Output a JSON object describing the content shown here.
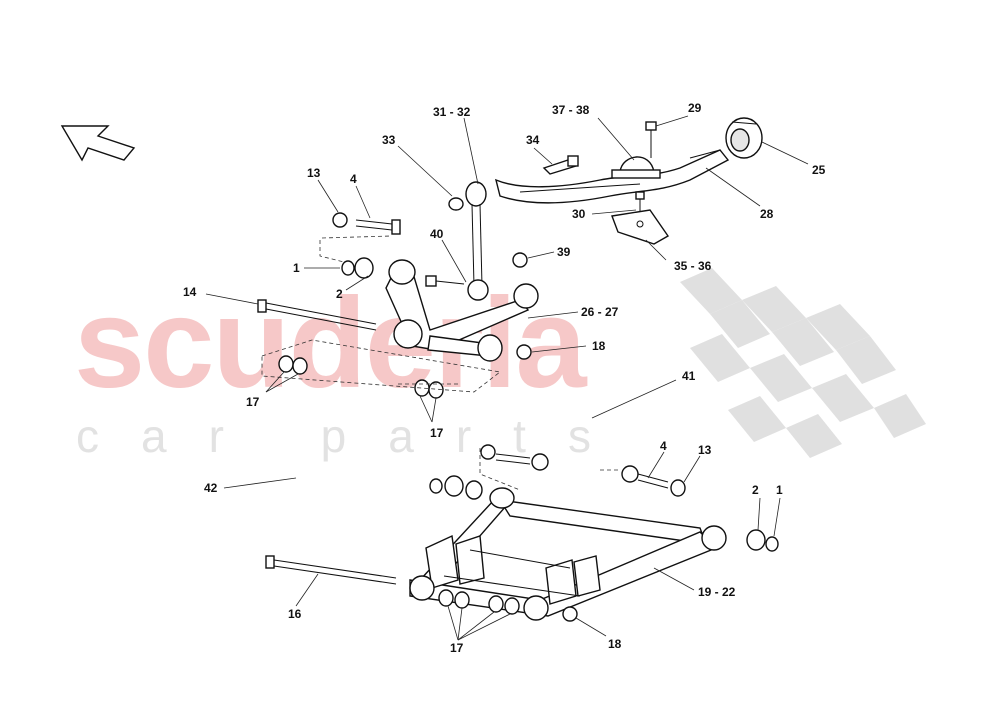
{
  "watermark": {
    "brand": "scuderia",
    "tagline": "car parts",
    "brand_color": "#f6c8c8",
    "checker_color": "#d6d6d6"
  },
  "orientation_icon": "arrow-up-left-icon",
  "callouts": {
    "c13a": "13",
    "c4a": "4",
    "c33": "33",
    "c3132": "31 - 32",
    "c34": "34",
    "c3738": "37 - 38",
    "c29": "29",
    "c25": "25",
    "c28": "28",
    "c30": "30",
    "c40": "40",
    "c39": "39",
    "c1a": "1",
    "c2a": "2",
    "c3536": "35 - 36",
    "c14": "14",
    "c2627": "26 - 27",
    "c18a": "18",
    "c17a": "17",
    "c17b": "17",
    "c41": "41",
    "c4b": "4",
    "c13b": "13",
    "c42": "42",
    "c2b": "2",
    "c1b": "1",
    "c16": "16",
    "c1922": "19 - 22",
    "c17c": "17",
    "c18b": "18"
  }
}
